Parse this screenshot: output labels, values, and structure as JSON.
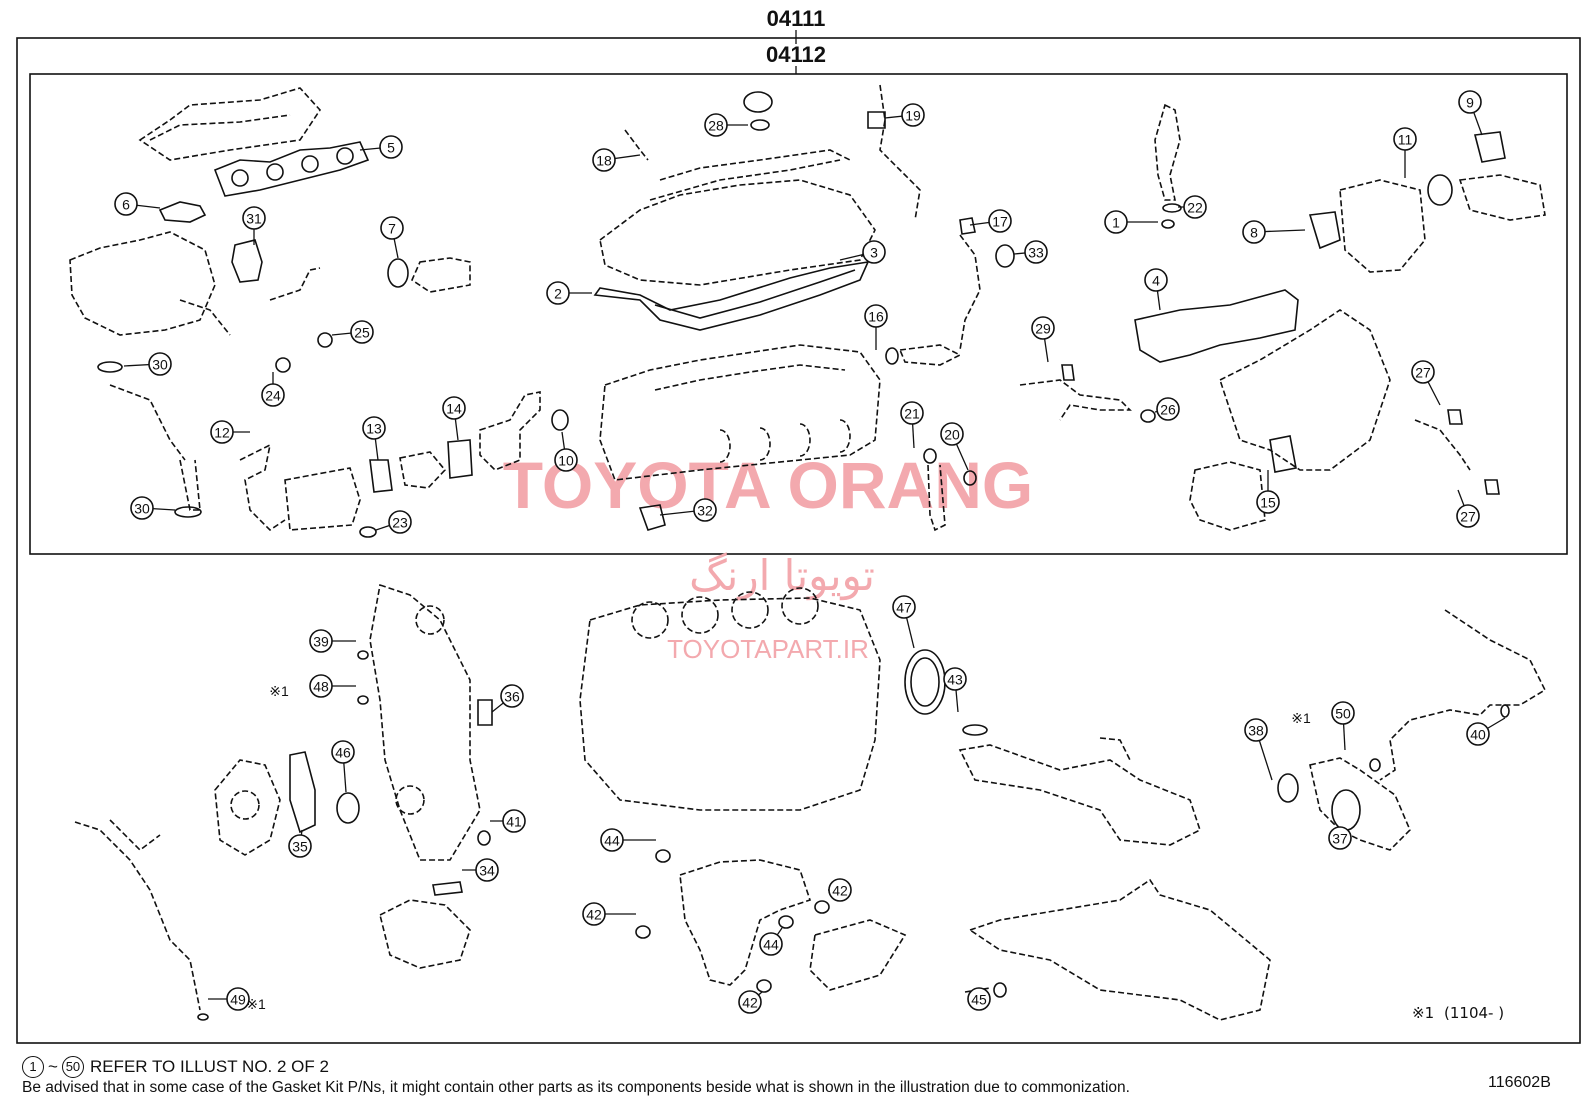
{
  "headers": {
    "kit_outer": "04111",
    "kit_inner": "04112"
  },
  "watermark": {
    "brand": "TOYOTA ORANG",
    "farsi": "تویوتا ارنگ",
    "site": "TOYOTAPART.IR",
    "color": "#f3a9ae"
  },
  "footer": {
    "refer_start": "1",
    "refer_sep": "~",
    "refer_end": "50",
    "refer_text": "REFER TO ILLUST NO. 2 OF 2",
    "disclaimer": "Be advised that in some case of the Gasket Kit P/Ns,  it might contain other parts as its components beside what is shown in the illustration due to commonization.",
    "illustration_id": "116602B"
  },
  "note_mark": {
    "symbol": "※1",
    "range": "(1104-      )"
  },
  "callouts": [
    {
      "n": "1"
    },
    {
      "n": "2"
    },
    {
      "n": "3"
    },
    {
      "n": "4"
    },
    {
      "n": "5"
    },
    {
      "n": "6"
    },
    {
      "n": "7"
    },
    {
      "n": "8"
    },
    {
      "n": "9"
    },
    {
      "n": "10"
    },
    {
      "n": "11"
    },
    {
      "n": "12"
    },
    {
      "n": "13"
    },
    {
      "n": "14"
    },
    {
      "n": "15"
    },
    {
      "n": "16"
    },
    {
      "n": "17"
    },
    {
      "n": "18"
    },
    {
      "n": "19"
    },
    {
      "n": "20"
    },
    {
      "n": "21"
    },
    {
      "n": "22"
    },
    {
      "n": "23"
    },
    {
      "n": "24"
    },
    {
      "n": "25"
    },
    {
      "n": "26"
    },
    {
      "n": "27"
    },
    {
      "n": "27"
    },
    {
      "n": "28"
    },
    {
      "n": "29"
    },
    {
      "n": "30"
    },
    {
      "n": "30"
    },
    {
      "n": "31"
    },
    {
      "n": "32"
    },
    {
      "n": "33"
    },
    {
      "n": "34"
    },
    {
      "n": "35"
    },
    {
      "n": "36"
    },
    {
      "n": "37"
    },
    {
      "n": "38"
    },
    {
      "n": "39"
    },
    {
      "n": "40"
    },
    {
      "n": "41"
    },
    {
      "n": "42"
    },
    {
      "n": "42"
    },
    {
      "n": "42"
    },
    {
      "n": "43"
    },
    {
      "n": "44"
    },
    {
      "n": "44"
    },
    {
      "n": "45"
    },
    {
      "n": "46"
    },
    {
      "n": "47"
    },
    {
      "n": "48"
    },
    {
      "n": "49"
    },
    {
      "n": "50"
    }
  ],
  "marked_callouts": {
    "48": "※1",
    "49": "※1",
    "50": "※1"
  }
}
